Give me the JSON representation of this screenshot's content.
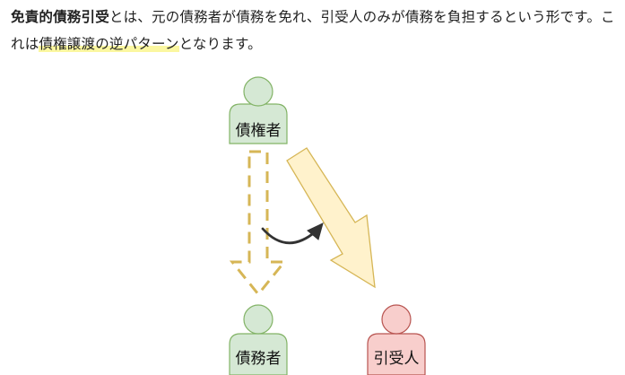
{
  "paragraph": {
    "bold_term": "免責的債務引受",
    "text_1": "とは、元の債務者が債務を免れ、引受人のみが債務を負担するという形です。これは",
    "highlight": "債権譲渡の逆パターン",
    "text_2": "となります。"
  },
  "diagram": {
    "nodes": {
      "creditor": {
        "label": "債権者",
        "fill": "#d5e8d4",
        "stroke": "#82b366"
      },
      "debtor": {
        "label": "債務者",
        "fill": "#d5e8d4",
        "stroke": "#82b366"
      },
      "assignee": {
        "label": "引受人",
        "fill": "#f8cecc",
        "stroke": "#b85450"
      }
    },
    "colors": {
      "arrow_fill": "#fff2cc",
      "arrow_stroke": "#d6b656",
      "curved_arrow": "#333333"
    }
  }
}
